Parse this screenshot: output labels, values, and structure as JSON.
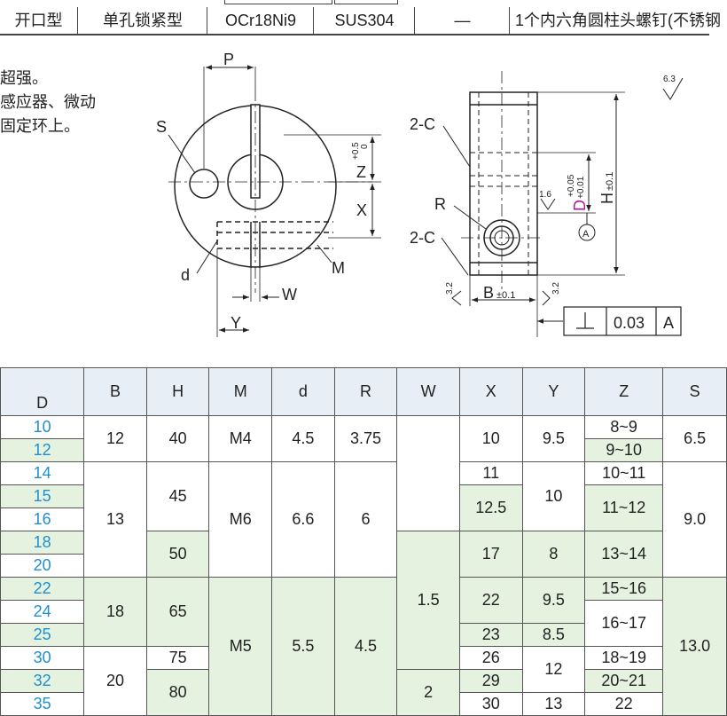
{
  "top_row": {
    "cells": [
      "开口型",
      "单孔锁紧型",
      "OCr18Ni9",
      "SUS304",
      "—",
      "1个内六角圆柱头螺钉(不锈钢"
    ]
  },
  "notes": [
    "超强。",
    "感应器、微动",
    "固定环上。"
  ],
  "drawing": {
    "labels": {
      "P": "P",
      "S": "S",
      "d": "d",
      "M": "M",
      "W": "W",
      "Y": "Y",
      "X": "X",
      "Z": "Z",
      "Z_tol_upper": "+0.5",
      "Z_tol_lower": "0",
      "C2_top": "2-C",
      "R": "R",
      "C2_bottom": "2-C",
      "B": "B",
      "B_tol": "±0.1",
      "D": "D",
      "D_tol_upper": "+0.05",
      "D_tol_lower": "+0.01",
      "H": "H",
      "H_tol": "±0.1",
      "rough_63": "6.3",
      "rough_16": "1.6",
      "rough_32_left": "3.2",
      "rough_32_right": "3.2",
      "datum_A": "A",
      "perp_value": "0.03",
      "perp_datum": "A"
    }
  },
  "table": {
    "headers": [
      "D",
      "B",
      "H",
      "M",
      "d",
      "R",
      "W",
      "X",
      "Y",
      "Z",
      "S"
    ],
    "d_values": [
      "10",
      "12",
      "14",
      "15",
      "16",
      "18",
      "20",
      "22",
      "24",
      "25",
      "30",
      "32",
      "35"
    ],
    "B": [
      "12",
      "13",
      "18",
      "20"
    ],
    "H": [
      "40",
      "45",
      "50",
      "65",
      "75",
      "80"
    ],
    "M": [
      "M4",
      "M6",
      "M5"
    ],
    "d": [
      "4.5",
      "6.6",
      "5.5"
    ],
    "R": [
      "3.75",
      "6",
      "4.5"
    ],
    "W": [
      "1.5",
      "2"
    ],
    "X": [
      "10",
      "11",
      "12.5",
      "17",
      "22",
      "23",
      "26",
      "29",
      "30"
    ],
    "Y": [
      "9.5",
      "10",
      "8",
      "9.5",
      "8.5",
      "12",
      "13"
    ],
    "Z": [
      "8~9",
      "9~10",
      "10~11",
      "11~12",
      "13~14",
      "15~16",
      "16~17",
      "18~19",
      "20~21",
      "22"
    ],
    "S": [
      "6.5",
      "9.0",
      "13.0"
    ]
  },
  "colors": {
    "d_value_color": "#1f8fd0",
    "d_header_color": "#b0119e",
    "header_bg": "#e7eef6",
    "stripe_bg": "#e5f2df"
  }
}
